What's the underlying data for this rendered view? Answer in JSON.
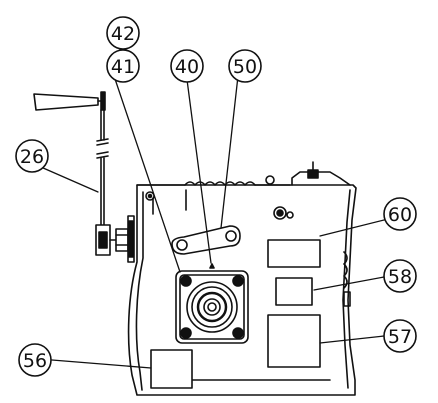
{
  "callouts": [
    {
      "id": "c42",
      "label": "42"
    },
    {
      "id": "c41",
      "label": "41"
    },
    {
      "id": "c40",
      "label": "40"
    },
    {
      "id": "c50",
      "label": "50"
    },
    {
      "id": "c26",
      "label": "26"
    },
    {
      "id": "c60",
      "label": "60"
    },
    {
      "id": "c58",
      "label": "58"
    },
    {
      "id": "c57",
      "label": "57"
    },
    {
      "id": "c56",
      "label": "56"
    }
  ],
  "colors": {
    "line": "#111111",
    "background": "#ffffff"
  }
}
